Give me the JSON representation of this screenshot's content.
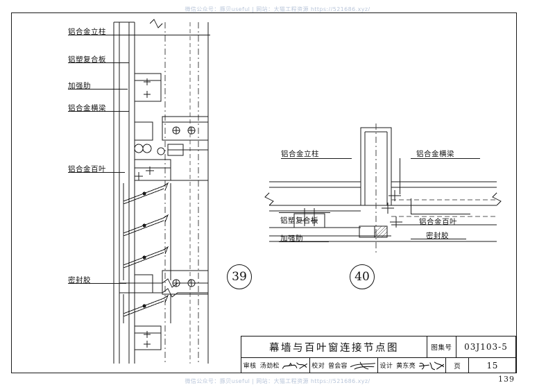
{
  "watermark": {
    "top": "微信公众号：豚贝useful  |  网站：大猫工程资源  https://521686.xyz/",
    "bottom": "微信公众号：豚贝useful  |  网站：大猫工程资源  https://521686.xyz/"
  },
  "detail_left": {
    "bubble": "39",
    "labels": [
      {
        "id": "aluminum-mullion",
        "text": "铝合金立柱"
      },
      {
        "id": "aluminum-composite",
        "text": "铝塑复合板"
      },
      {
        "id": "stiffener-rib",
        "text": "加强肋"
      },
      {
        "id": "aluminum-transom",
        "text": "铝合金横梁"
      },
      {
        "id": "aluminum-louver",
        "text": "铝合金百叶"
      },
      {
        "id": "sealant",
        "text": "密封胶"
      }
    ]
  },
  "detail_right": {
    "bubble": "40",
    "labels": [
      {
        "id": "aluminum-mullion",
        "text": "铝合金立柱"
      },
      {
        "id": "aluminum-transom",
        "text": "铝合金横梁"
      },
      {
        "id": "aluminum-composite",
        "text": "铝塑复合板"
      },
      {
        "id": "stiffener-rib",
        "text": "加强肋"
      },
      {
        "id": "aluminum-louver",
        "text": "铝合金百叶"
      },
      {
        "id": "sealant",
        "text": "密封胶"
      }
    ]
  },
  "title_block": {
    "title": "幕墙与百叶窗连接节点图",
    "atlas_label": "图集号",
    "atlas_number": "03J103-5",
    "page_label": "页",
    "page_number": "15",
    "review_label": "审核",
    "review_name": "汤劲松",
    "check_label": "校对",
    "check_name": "曾会容",
    "design_label": "设计",
    "design_name": "黄东亮"
  },
  "folio": "139"
}
